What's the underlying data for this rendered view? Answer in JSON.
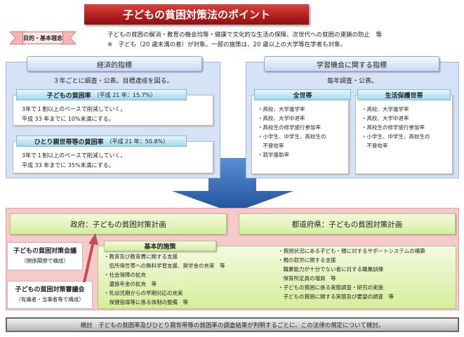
{
  "title": "子どもの貧困対策法のポイント",
  "purpose": {
    "label": "目的・基本理念",
    "line1": "子どもの貧困の解消・教育の機会均等・健康で文化的な生活の保障、次世代への貧困の連鎖の防止　等",
    "line2": "※　子ども（20 歳未満の者）が対象。一部の施策は、20 歳以上の大学等在学者も対象。"
  },
  "economic": {
    "header": "経済的指標",
    "note": "３年ごとに調査・公表。目標達成を図る。",
    "boxes": [
      {
        "title": "子どもの貧困率",
        "sub": "（平成 21 年：15.7%）",
        "line1": "3年で１割以上のペースで削減していく。",
        "line2": "平成 33 年までに 10%未満にする。"
      },
      {
        "title": "ひとり親世帯等の貧困率",
        "sub": "（平成 21 年：50.8%）",
        "line1": "3年で１割以上のペースで削減していく。",
        "line2": "平成 33 年までに 35%未満にする。"
      }
    ]
  },
  "learning": {
    "header": "学習機会に関する指標",
    "note": "毎年調査・公表。",
    "all": {
      "title": "全世帯",
      "items": [
        "・高校、大学進学率",
        "・高校、大学中退率",
        "・高校生の修学旅行参加率",
        "・小学生、中学生、高校生の",
        "　不登校率",
        "・就学援助率"
      ]
    },
    "welfare": {
      "title": "生活保護世帯",
      "items": [
        "・高校、大学進学率",
        "・高校、大学中退率",
        "・高校生の修学旅行参加率",
        "・小学生、中学生、高校生の",
        "　不登校率"
      ]
    }
  },
  "plans": {
    "gov": "政府：子どもの貧困対策計画",
    "pref": "都道府県：子どもの貧困対策計画",
    "council": {
      "title": "子どもの貧困対策会議",
      "sub": "（関係閣僚で構成）"
    },
    "deliberation": {
      "title": "子どもの貧困対策審議会",
      "sub": "（有識者・当事者等で構成）"
    },
    "basic_header": "基本的施策",
    "left_items": [
      "・教育及び教育費に関する支援",
      "　低所得世帯への無料学習支援、奨学金の充実　等",
      "・社会保障の拡充",
      "　遺族年金の拡充　等",
      "・乳幼児期からの早期対応の充実",
      "　保健指導等に係る体制の整備　等"
    ],
    "right_items": [
      "・貧困状況にある子ども・親に対するサポートシステムの構築",
      "・親の就労に関する支援",
      "　職業能力が十分でない者に対する職業訓練",
      "　保育所定員の増員　等",
      "・子どもの貧困に係る実態調査・研究の実施",
      "　子どもの貧困に関する実態及び要望の調査　等"
    ]
  },
  "review": "検討　子どもの貧困率及びひとり親世帯等の貧困率の調査結果が判明するごとに、この法律の規定について検討。"
}
